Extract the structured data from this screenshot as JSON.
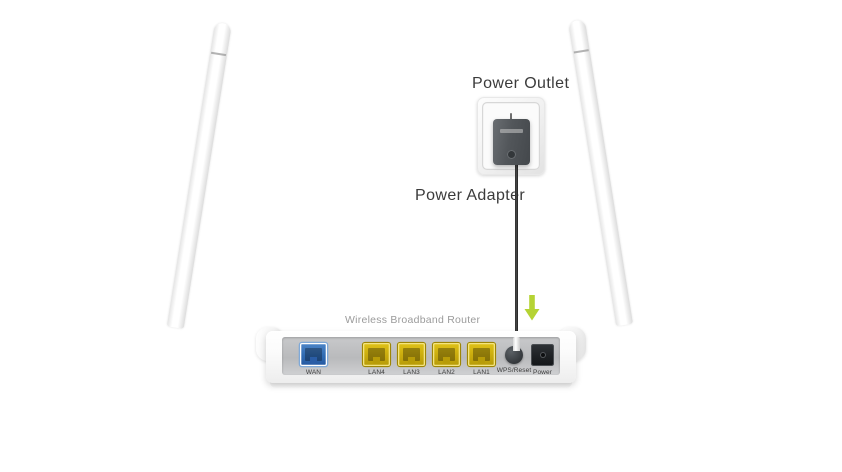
{
  "diagram": {
    "background_color": "#ffffff",
    "callouts": [
      {
        "id": "power-outlet",
        "label": "Power Outlet"
      },
      {
        "id": "power-adapter",
        "label": "Power Adapter"
      }
    ]
  },
  "outlet": {
    "type": "wall-socket",
    "slot_count": 3,
    "plate_color": "#f2f2f2"
  },
  "adapter": {
    "body_color": "#52565a",
    "brand_mark": ""
  },
  "cable": {
    "color": "#2b2b2b",
    "connects_from": "Power Adapter",
    "connects_to": "Power"
  },
  "arrow": {
    "direction": "down",
    "color": "#b5d334"
  },
  "router": {
    "brand_text": "Wireless Broadband Router",
    "body_color": "#fbfbfb",
    "panel_color": "#c0c1c3",
    "antennas": [
      {
        "id": "antenna-left",
        "side": "left"
      },
      {
        "id": "antenna-right",
        "side": "right"
      }
    ],
    "ports": [
      {
        "id": "wan",
        "label": "WAN",
        "kind": "rj45",
        "color": "#2f6bb3"
      },
      {
        "id": "lan4",
        "label": "LAN4",
        "kind": "rj45",
        "color": "#c9ab0d"
      },
      {
        "id": "lan3",
        "label": "LAN3",
        "kind": "rj45",
        "color": "#c9ab0d"
      },
      {
        "id": "lan2",
        "label": "LAN2",
        "kind": "rj45",
        "color": "#c9ab0d"
      },
      {
        "id": "lan1",
        "label": "LAN1",
        "kind": "rj45",
        "color": "#c9ab0d"
      },
      {
        "id": "wps",
        "label": "WPS/Reset",
        "kind": "button",
        "color": "#3a3e42"
      },
      {
        "id": "power",
        "label": "Power",
        "kind": "barrel",
        "color": "#1d2023"
      }
    ]
  }
}
